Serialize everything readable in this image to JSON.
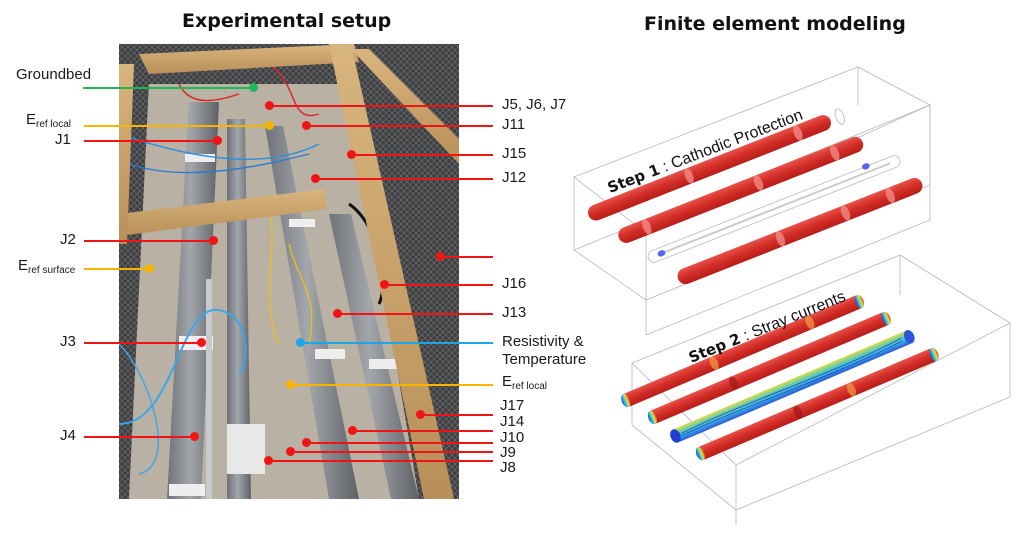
{
  "titles": {
    "left": "Experimental setup",
    "right": "Finite element modeling"
  },
  "colors": {
    "groundbed_line": "#1db954",
    "reference_line": "#f7b500",
    "joint_line": "#f01414",
    "sensor_line": "#1aa7e6",
    "pipe_red": "#d8312c"
  },
  "labels_left": {
    "groundbed": "Groundbed",
    "eref_local_E": "E",
    "eref_local_sub": "ref local",
    "j1": "J1",
    "j2": "J2",
    "eref_surface_E": "E",
    "eref_surface_sub": "ref surface",
    "j3": "J3",
    "j4": "J4"
  },
  "labels_right": {
    "j5_j6_j7": "J5, J6, J7",
    "j11": "J11",
    "j15": "J15",
    "j12": "J12",
    "j16": "J16",
    "j13": "J13",
    "resistivity_line1": "Resistivity &",
    "resistivity_line2": "Temperature",
    "eref_local_E": "E",
    "eref_local_sub": "ref local",
    "j17": "J17",
    "j14": "J14",
    "j10": "J10",
    "j9": "J9",
    "j8": "J8"
  },
  "fem": {
    "step1_bold": "Step 1",
    "step1_text": " : Cathodic Protection",
    "step2_bold": "Step 2",
    "step2_text": " : Stray currents"
  }
}
